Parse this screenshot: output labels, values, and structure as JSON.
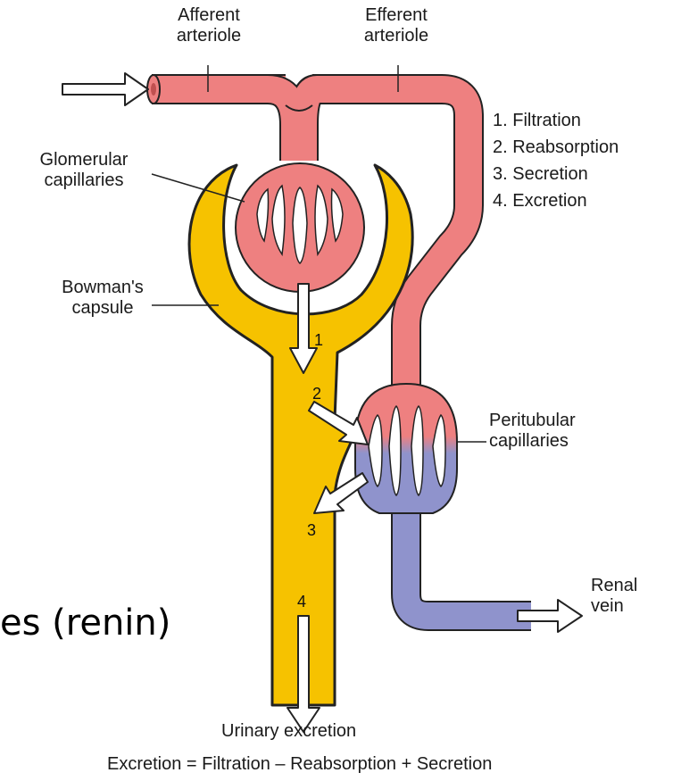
{
  "labels": {
    "afferent": [
      "Afferent",
      "arteriole"
    ],
    "efferent": [
      "Efferent",
      "arteriole"
    ],
    "glomerular": [
      "Glomerular",
      "capillaries"
    ],
    "bowmans": [
      "Bowman's",
      "capsule"
    ],
    "peritubular": [
      "Peritubular",
      "capillaries"
    ],
    "renal_vein": [
      "Renal",
      "vein"
    ],
    "urinary": "Urinary excretion",
    "equation": "Excretion = Filtration – Reabsorption + Secretion"
  },
  "processes": [
    "1. Filtration",
    "2. Reabsorption",
    "3. Secretion",
    "4. Excretion"
  ],
  "step_numbers": [
    "1",
    "2",
    "3",
    "4"
  ],
  "slide_text": "es (renin)",
  "colors": {
    "arterial": "#ee8080",
    "venous": "#8f93cc",
    "capsule": "#f6c200",
    "outline": "#222222"
  }
}
